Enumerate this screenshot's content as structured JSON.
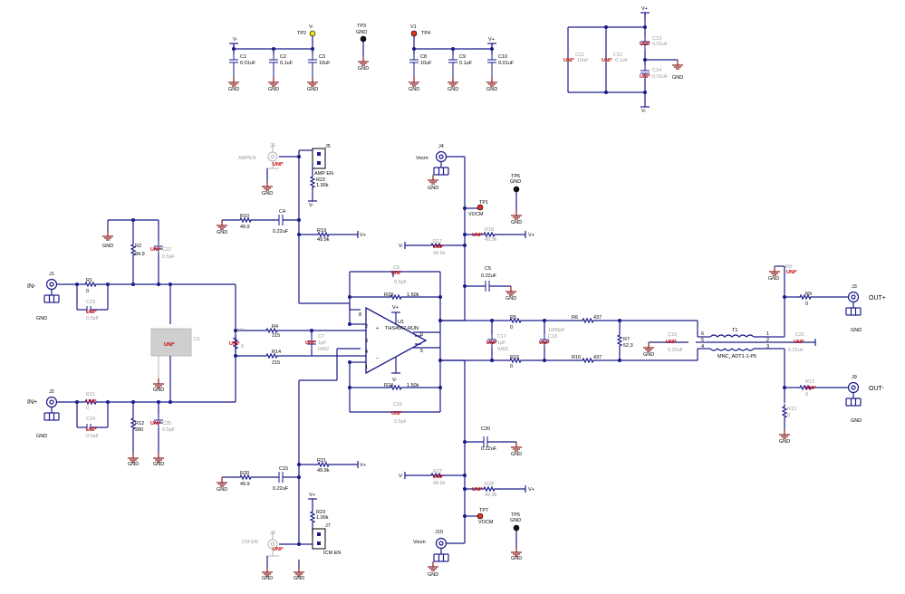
{
  "labels": {
    "J1": "J1",
    "J2": "J2",
    "J3": "J3",
    "J4": "J4",
    "J5": "J5",
    "J6": "J6",
    "J7": "J7",
    "J8": "J8",
    "J9": "J9",
    "J10": "J10",
    "in_plus": "IN+",
    "in_minus": "IN-",
    "out_plus": "OUT+",
    "out_minus": "OUT-",
    "vocm": "Vocm",
    "ampen": "AMPEN",
    "ampen_j": "AMP EN",
    "cmen": "CM EN",
    "cmen_j": "ICM EN",
    "gnd": "GND",
    "vplus": "V+",
    "vminus": "V-",
    "v1": "V1",
    "tp2": "TP2",
    "tp3": "TP3",
    "tp4": "TP4",
    "tp5": "TP5",
    "tp6": "TP6",
    "tp1": "TP1",
    "tp7": "TP7",
    "u1": "U1",
    "u1_part": "THS4567-RUN",
    "t1": "T1",
    "t1_part": "MNC_ADT1-1-P5",
    "vcom": "VOCM",
    "uni": "UNI*",
    "R1": "R1",
    "R1v": "0",
    "R2": "R2",
    "R2v": "84.9",
    "R3": "R3",
    "R3v": "0",
    "R4": "R4",
    "R4v": "215",
    "R5": "R5",
    "R5v": "0",
    "R6": "R6",
    "R6v": "437",
    "R7": "R7",
    "R7v": "52.3",
    "R8": "R8",
    "R8v": "0",
    "R10": "R10",
    "R10v": "49.9",
    "R11": "R11",
    "R11v": "0",
    "R12": "R12",
    "R12v": "280",
    "R13": "R13",
    "R13v": "0",
    "R14": "R14",
    "R14v": "215",
    "R15": "R15",
    "R15v": "0",
    "R16": "R16",
    "R16v": "437",
    "R17": "R17",
    "R17v": "49.9k",
    "R18": "R18",
    "R18v": "49.9k",
    "R19": "R19",
    "R19v": "49.9k",
    "R20": "R20",
    "R20v": "49.9",
    "R21": "R21",
    "R21v": "49.9k",
    "R22": "R22",
    "R22v": "1.00k",
    "R23": "R23",
    "R23v": "1.00k",
    "R24": "R24",
    "R24v": "1.50k",
    "R25": "R25",
    "R25v": "1.50k",
    "R26": "R26",
    "R26v": "49.9k",
    "R27": "R27",
    "R27v": "49.9k",
    "R28": "R28",
    "R28v": "49.9k",
    "C1": "C1",
    "C1v": "0.01uF",
    "C2": "C2",
    "C2v": "0.1uF",
    "C3": "C3",
    "C3v": "10uF",
    "C4": "C4",
    "C4v": "0.22uF",
    "C5": "C5",
    "C5v": "0.22uF",
    "C6": "C6",
    "C6v": "0.5pF",
    "C7": "C7",
    "C7v": "1pF",
    "C7v2": "0402",
    "C8": "C8",
    "C8v": "10uF",
    "C9": "C9",
    "C9v": "0.1uF",
    "C10": "C10",
    "C10v": "0.01uF",
    "C11": "C11",
    "C11v": "10uF",
    "C12": "C12",
    "C12v": "0.1uF",
    "C13": "C13",
    "C13v": "0.01uF",
    "C14": "C14",
    "C14v": "0.01uF",
    "C15": "C15",
    "C15v": "0.22uF",
    "C16": "C16",
    "C16v": "0.5pF",
    "C17": "C17",
    "C17v": "1pF",
    "C17v2": "0402",
    "C18": "C18",
    "C18v": "1000pF",
    "C19": "C19",
    "C19v": "0.22uF",
    "C20": "C20",
    "C20v": "0.22uF",
    "C21": "C21",
    "C21v": "0.22uF",
    "C22": "C22",
    "C22v": "0.5pF",
    "C23": "C23",
    "C23v": "0.5pF",
    "C24": "C24",
    "C24v": "0.5pF",
    "C25": "C25",
    "C25v": "0.5pF",
    "D1": "D1",
    "R9": "R9",
    "R9v": "0"
  },
  "colors": {
    "wire": "#1a1a8a",
    "ground": "#8a1a1a",
    "dnp": "#c00000",
    "gray": "#9a9a9a",
    "tp_red": "#e03020",
    "tp_yellow": "#f0e020"
  }
}
